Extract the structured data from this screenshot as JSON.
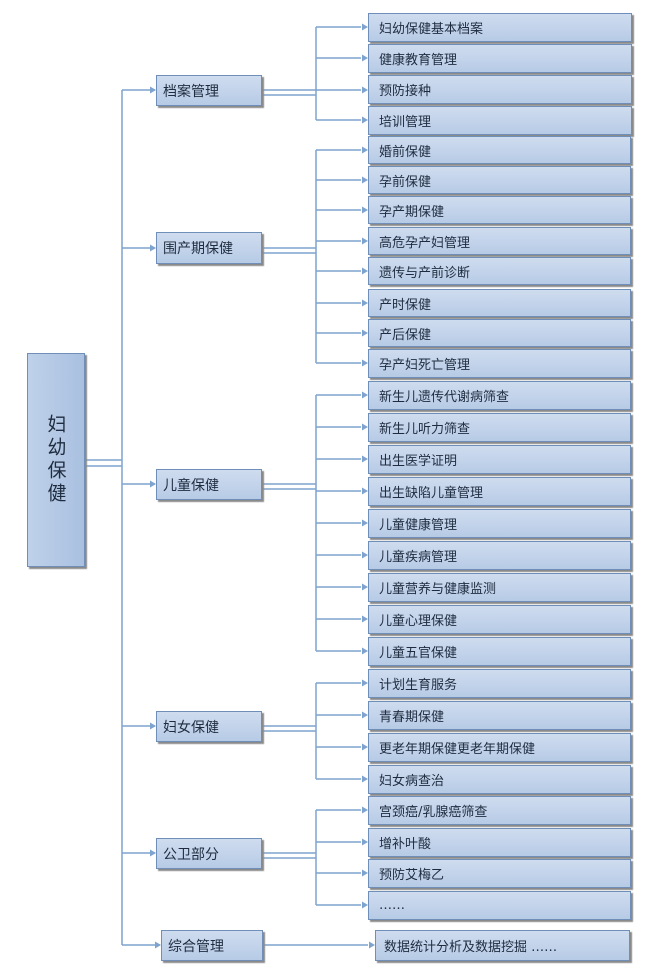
{
  "root": {
    "label": "妇幼保健"
  },
  "categories": [
    {
      "label": "档案管理",
      "items": [
        "妇幼保健基本档案",
        "健康教育管理",
        "预防接种",
        "培训管理"
      ]
    },
    {
      "label": "围产期保健",
      "items": [
        "婚前保健",
        "孕前保健",
        "孕产期保健",
        "高危孕产妇管理",
        "遗传与产前诊断",
        "产时保健",
        "产后保健",
        "孕产妇死亡管理"
      ]
    },
    {
      "label": "儿童保健",
      "items": [
        "新生儿遗传代谢病筛查",
        "新生儿听力筛查",
        "出生医学证明",
        "出生缺陷儿童管理",
        "儿童健康管理",
        "儿童疾病管理",
        "儿童营养与健康监测",
        "儿童心理保健",
        "儿童五官保健"
      ]
    },
    {
      "label": "妇女保健",
      "items": [
        "计划生育服务",
        "青春期保健",
        "更老年期保健更老年期保健",
        "妇女病查治"
      ]
    },
    {
      "label": "公卫部分",
      "items": [
        "宫颈癌/乳腺癌筛查",
        "增补叶酸",
        "预防艾梅乙",
        "……"
      ]
    },
    {
      "label": "综合管理",
      "items": [
        "数据统计分析及数据挖掘 ……"
      ]
    }
  ],
  "colors": {
    "box_fill": "#c4d4eb",
    "box_border": "#6f8fb8",
    "connector": "#7fa3cf"
  }
}
